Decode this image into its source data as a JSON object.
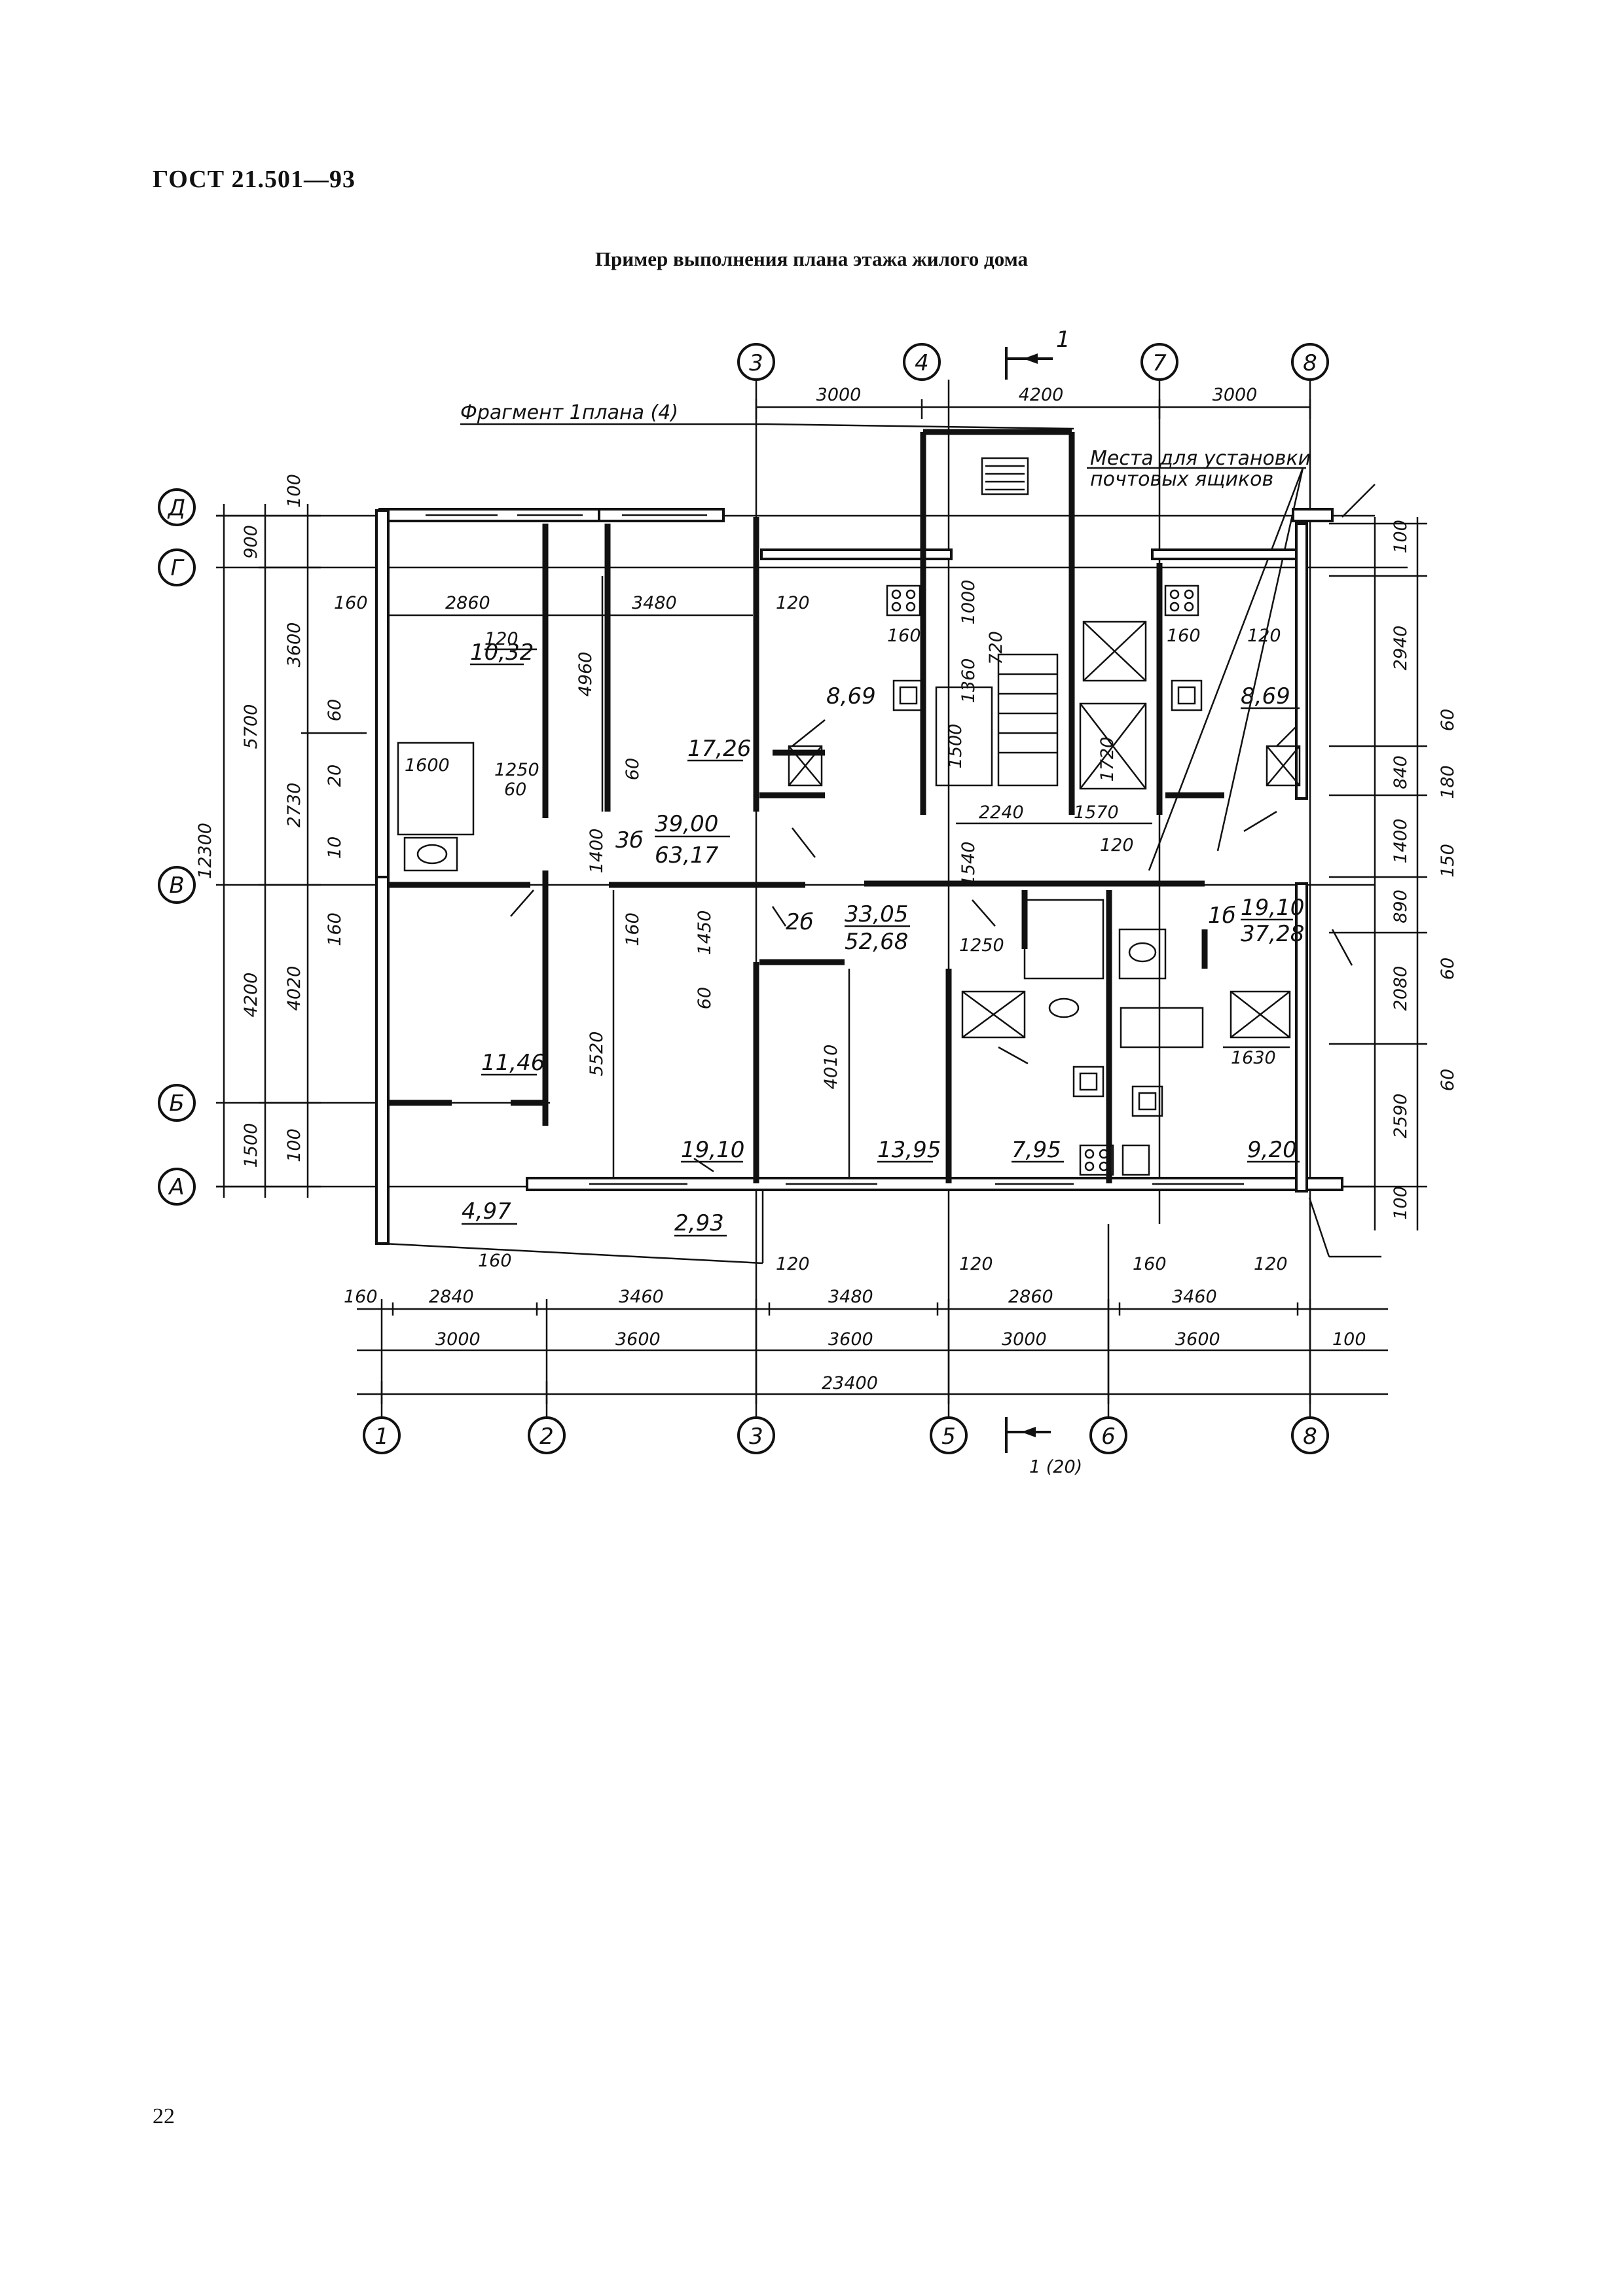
{
  "header": {
    "doc_code": "ГОСТ 21.501—93"
  },
  "title": "Пример выполнения плана этажа жилого дома",
  "page_number": "22",
  "plan": {
    "fragment_label": "Фрагмент 1плана (4)",
    "mailbox_note_line1": "Места для установки",
    "mailbox_note_line2": "почтовых ящиков",
    "section_top": "1",
    "section_bottom": "1 (20)",
    "axes_top": [
      "3",
      "4",
      "7",
      "8"
    ],
    "axes_bottom": [
      "1",
      "2",
      "3",
      "5",
      "6",
      "8"
    ],
    "axes_rows": [
      "Д",
      "Г",
      "В",
      "Б",
      "А"
    ],
    "top_dims": [
      "3000",
      "4200",
      "3000"
    ],
    "bottom_dims_row1": [
      "160",
      "2840",
      "160",
      "3460",
      "120",
      "3480",
      "120",
      "2860",
      "160",
      "3460",
      "120"
    ],
    "bottom_dims_row2": [
      "3000",
      "3600",
      "3600",
      "3000",
      "3600",
      "100"
    ],
    "bottom_total": "23400",
    "left_dims_outer": [
      "12300"
    ],
    "left_dims_mid": [
      "900",
      "5700",
      "4200",
      "1500"
    ],
    "left_dims_inner": [
      "100",
      "3600",
      "2730",
      "4020",
      "100"
    ],
    "left_small": [
      "60",
      "20",
      "10",
      "160"
    ],
    "right_dims": [
      "100",
      "2940",
      "60",
      "840",
      "180",
      "1400",
      "150",
      "890",
      "60",
      "2080",
      "60",
      "2590",
      "100"
    ],
    "interior_dims": [
      "160",
      "2860",
      "3480",
      "120",
      "120",
      "4960",
      "60",
      "1600",
      "1250",
      "60",
      "1400",
      "160",
      "5520",
      "1450",
      "60",
      "4010",
      "1000",
      "160",
      "1360",
      "720",
      "1500",
      "1720",
      "2240",
      "1570",
      "120",
      "1540",
      "160",
      "120",
      "1250",
      "1630"
    ],
    "areas": [
      "10,32",
      "17,26",
      "8,69",
      "8,69",
      "39,00",
      "63,17",
      "33,05",
      "52,68",
      "19,10",
      "37,28",
      "11,46",
      "19,10",
      "13,95",
      "7,95",
      "9,20",
      "4,97",
      "2,93"
    ],
    "apt_codes": [
      "3б",
      "2б",
      "1б"
    ]
  }
}
